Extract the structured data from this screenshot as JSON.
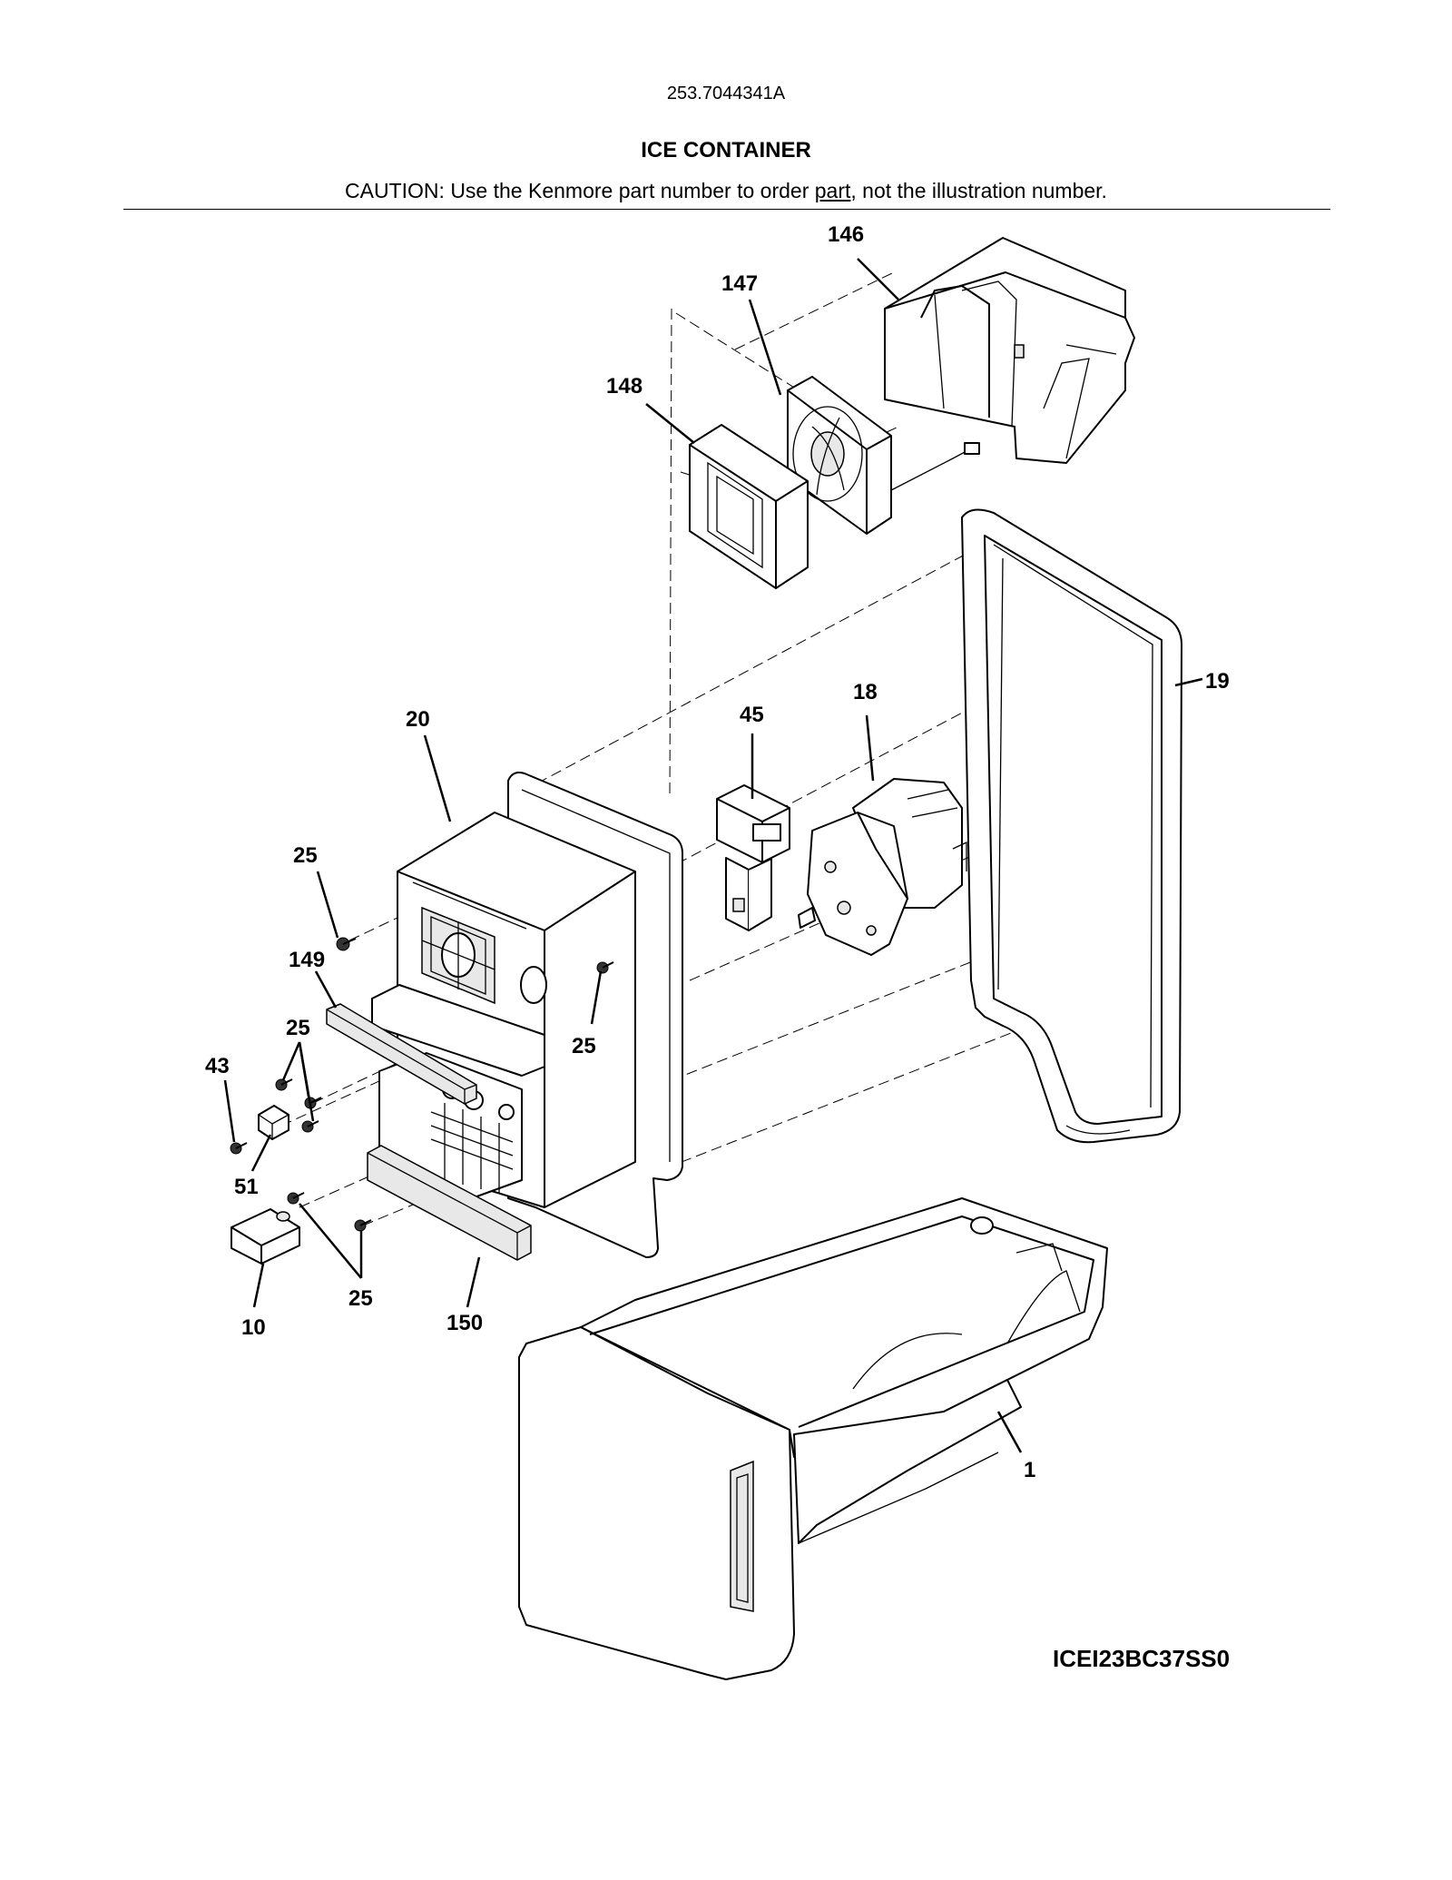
{
  "header": {
    "model_number": "253.7044341A",
    "title": "ICE CONTAINER",
    "caution_prefix": "CAUTION: Use the Kenmore part number to order ",
    "caution_underlined": "part",
    "caution_suffix": ", not the illustration number."
  },
  "callouts": {
    "c146": "146",
    "c147": "147",
    "c148": "148",
    "c19": "19",
    "c18": "18",
    "c45": "45",
    "c20": "20",
    "c25_a": "25",
    "c25_b": "25",
    "c25_c": "25",
    "c25_d": "25",
    "c149": "149",
    "c43": "43",
    "c51": "51",
    "c10": "10",
    "c150": "150",
    "c1": "1"
  },
  "diagram_code": "ICEI23BC37SS0"
}
